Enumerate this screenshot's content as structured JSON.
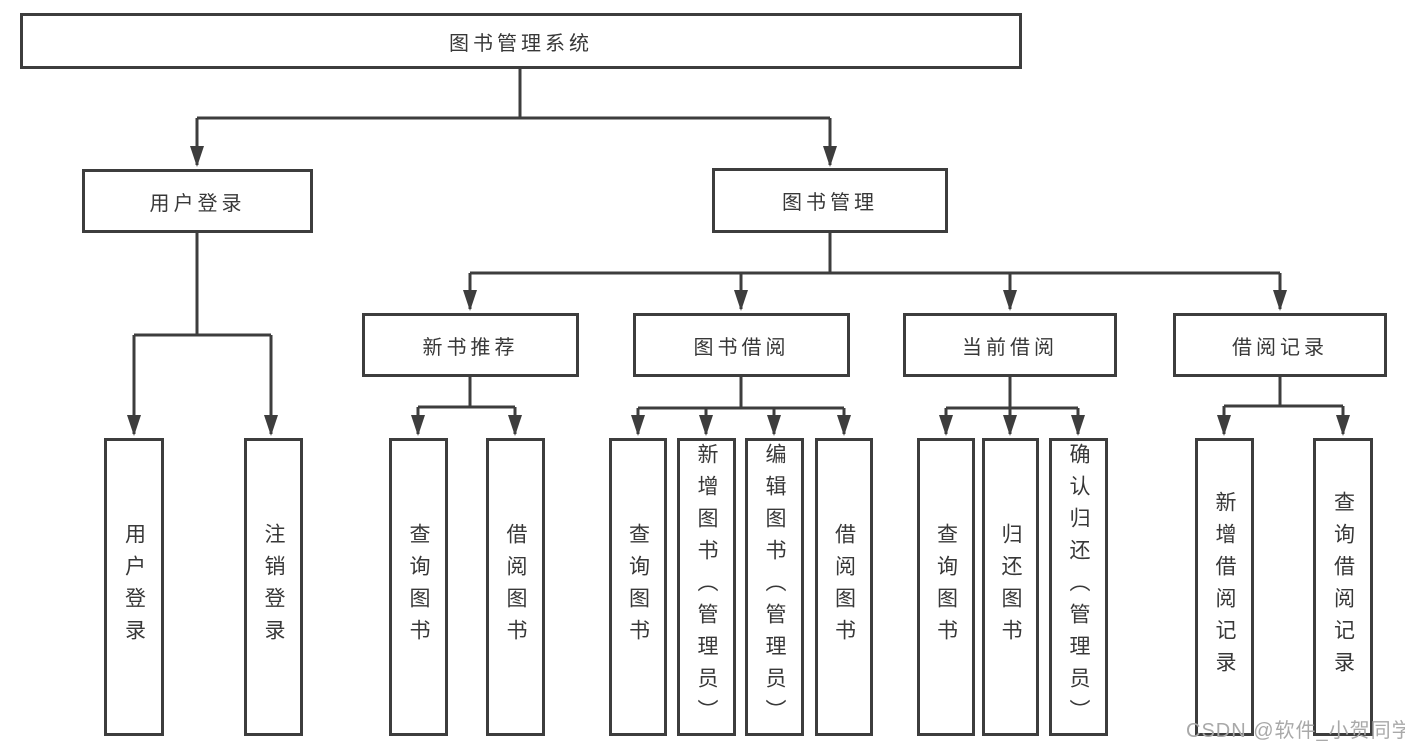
{
  "diagram_title": "图书管理系统",
  "root": {
    "label": "图书管理系统"
  },
  "branches": {
    "user_login": {
      "label": "用户登录",
      "leaves": [
        "用户登录",
        "注销登录"
      ]
    },
    "book_mgmt": {
      "label": "图书管理"
    },
    "new_books": {
      "label": "新书推荐",
      "leaves": [
        "查询图书",
        "借阅图书"
      ]
    },
    "borrow": {
      "label": "图书借阅",
      "leaves": [
        "查询图书",
        "新增图书（管理员）",
        "编辑图书（管理员）",
        "借阅图书"
      ]
    },
    "current": {
      "label": "当前借阅",
      "leaves": [
        "查询图书",
        "归还图书",
        "确认归还（管理员）"
      ]
    },
    "records": {
      "label": "借阅记录",
      "leaves": [
        "新增借阅记录",
        "查询借阅记录"
      ]
    }
  },
  "watermark": "CSDN @软件_小贺同学",
  "colors": {
    "line": "#3d3d3d",
    "text": "#383838",
    "watermark": "#a9a9a9",
    "background": "#ffffff"
  }
}
